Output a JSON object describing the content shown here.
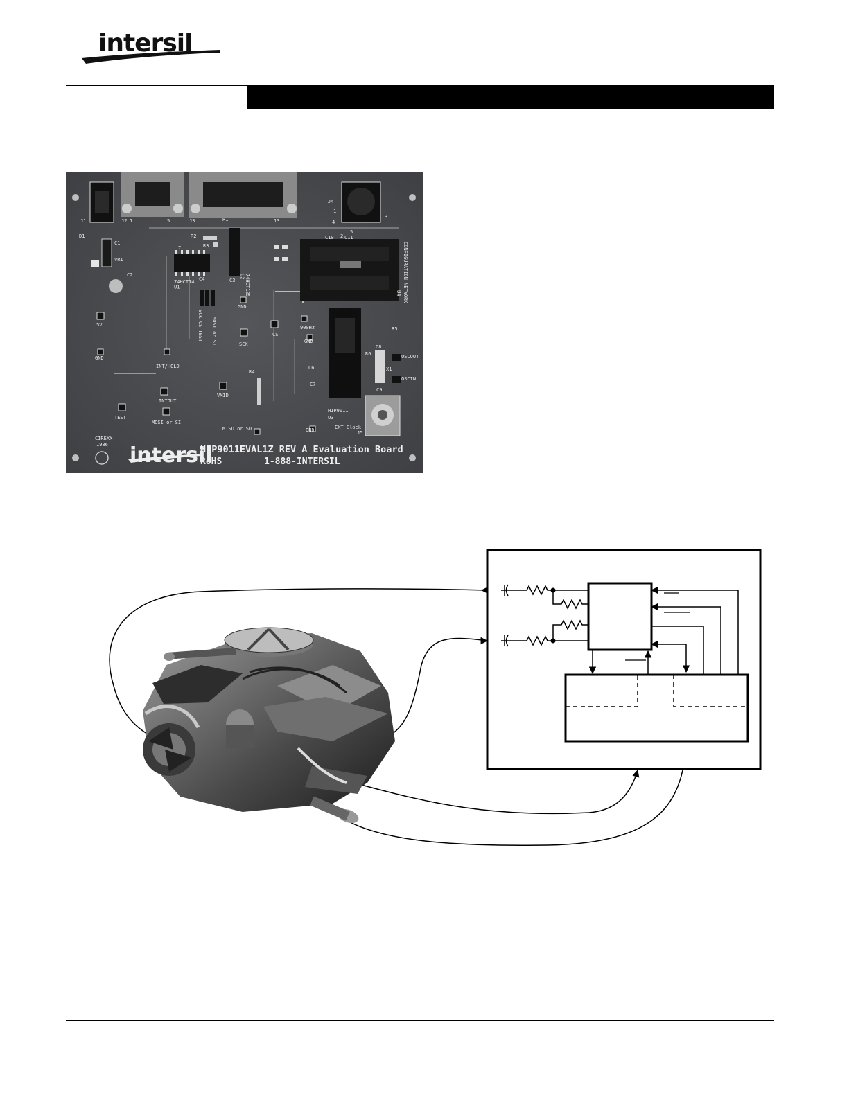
{
  "header": {
    "logo_text": "intersil"
  },
  "board_photo": {
    "title_line1": "HIP9011EVAL1Z REV A Evaluation Board",
    "line2_left": "RoHS",
    "line2_right": "1-888-INTERSIL",
    "logo_text": "intersil",
    "labels": {
      "j1": "J1",
      "j2": "J2",
      "j3": "J3",
      "j4": "J4",
      "d1": "D1",
      "c1": "C1",
      "vr1": "VR1",
      "c2": "C2",
      "c3": "C3",
      "r2": "R2",
      "r3": "R3",
      "r1": "R1",
      "u1": "74HCT14\nU1",
      "u2": "74HCT125\nU2",
      "c4": "C4",
      "c10": "C10",
      "c11": "C11",
      "config": "CONFIGURATION NETWORK",
      "u4": "U4",
      "gnd1": "GND",
      "gnd2": "GND",
      "gnd3": "GND",
      "gnd4": "GND",
      "fivev": "5V",
      "sck_cs": "SCK CS TEST",
      "mosi": "MOSI or SI",
      "sck": "SCK",
      "cs": "CS",
      "hz": "900Hz",
      "r5": "R5",
      "c8": "C8",
      "r6": "R6",
      "x1": "X1",
      "oscout": "OSCOUT",
      "oscin": "OSCIN",
      "c6": "C6",
      "c7": "C7",
      "c9": "C9",
      "int_hold": "INT/HOLD",
      "intout": "INTOUT",
      "vmid": "VMID",
      "r4": "R4",
      "test": "TEST",
      "mosi2": "MOSI or SI",
      "miso": "MISO or SO",
      "hip": "HIP9011",
      "u3": "U3",
      "ext_clock": "EXT Clock",
      "j5": "J5",
      "cirexx": "CIREXX",
      "year": "1986",
      "pin1": "1",
      "pin2": "2",
      "pin3": "3",
      "pin4": "4",
      "pin5": "5",
      "pin13": "13",
      "pin7": "7"
    }
  }
}
